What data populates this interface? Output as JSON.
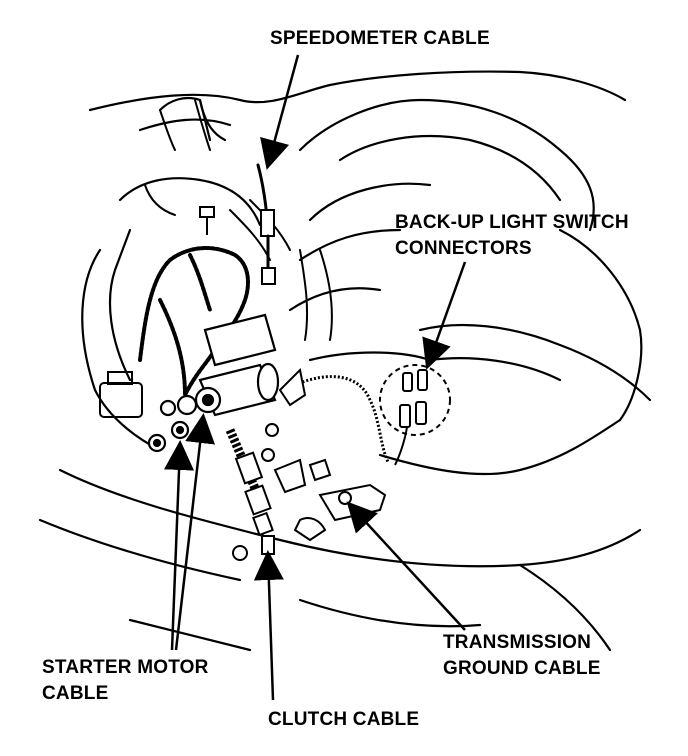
{
  "labels": {
    "speedometer_cable": "SPEEDOMETER CABLE",
    "backup_light_line1": "BACK-UP LIGHT SWITCH",
    "backup_light_line2": "CONNECTORS",
    "starter_line1": "STARTER MOTOR",
    "starter_line2": "CABLE",
    "transmission_line1": "TRANSMISSION",
    "transmission_line2": "GROUND CABLE",
    "clutch_cable": "CLUTCH CABLE"
  },
  "colors": {
    "ink": "#000000",
    "paper": "#ffffff"
  }
}
